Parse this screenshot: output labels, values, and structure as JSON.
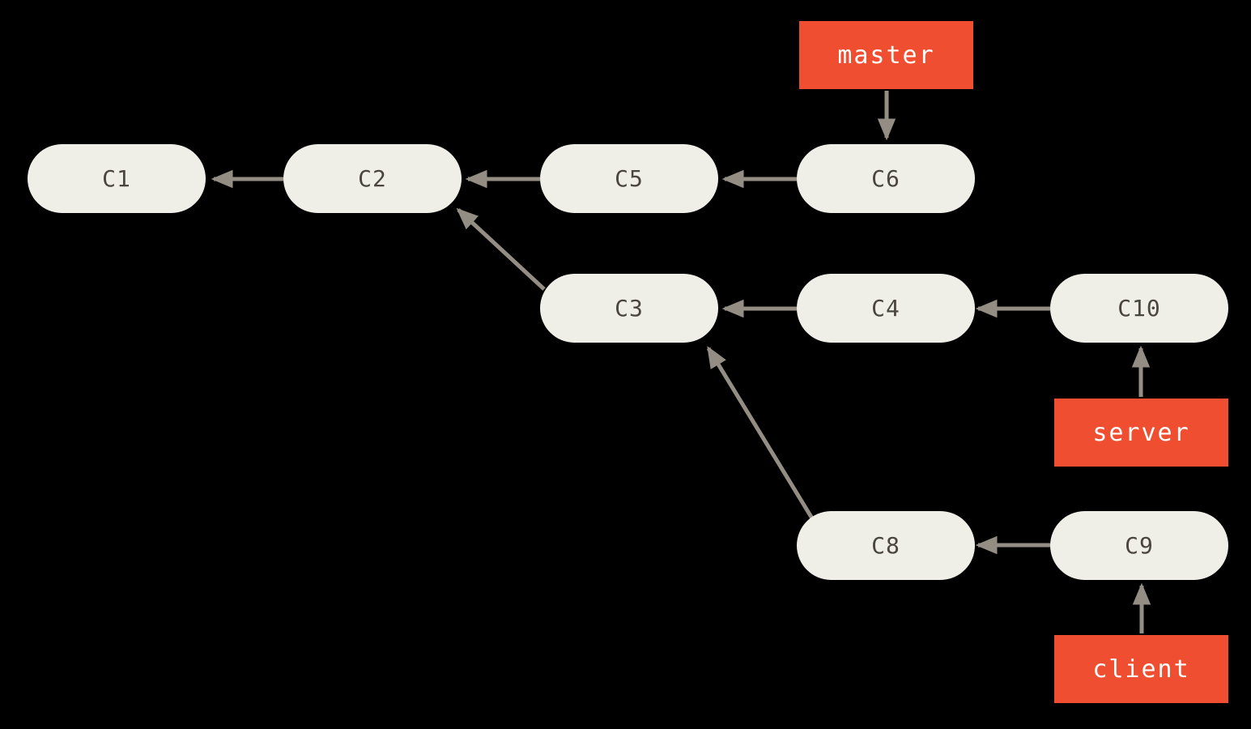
{
  "diagram": {
    "title": "git-commit-history-diagram",
    "palette": {
      "background": "#000000",
      "node_fill": "#F0EFE7",
      "node_text": "#4A453E",
      "arrow": "#938D84",
      "branch_fill": "#F04E31",
      "branch_text": "#FFFFFF"
    },
    "nodes": [
      {
        "id": "C1",
        "label": "C1"
      },
      {
        "id": "C2",
        "label": "C2"
      },
      {
        "id": "C5",
        "label": "C5"
      },
      {
        "id": "C6",
        "label": "C6"
      },
      {
        "id": "C3",
        "label": "C3"
      },
      {
        "id": "C4",
        "label": "C4"
      },
      {
        "id": "C10",
        "label": "C10"
      },
      {
        "id": "C8",
        "label": "C8"
      },
      {
        "id": "C9",
        "label": "C9"
      }
    ],
    "branches": [
      {
        "id": "master",
        "label": "master",
        "points_to": "C6"
      },
      {
        "id": "server",
        "label": "server",
        "points_to": "C10"
      },
      {
        "id": "client",
        "label": "client",
        "points_to": "C9"
      }
    ],
    "edges": [
      {
        "from": "C2",
        "to": "C1"
      },
      {
        "from": "C5",
        "to": "C2"
      },
      {
        "from": "C6",
        "to": "C5"
      },
      {
        "from": "C3",
        "to": "C2"
      },
      {
        "from": "C4",
        "to": "C3"
      },
      {
        "from": "C10",
        "to": "C4"
      },
      {
        "from": "C8",
        "to": "C3"
      },
      {
        "from": "C9",
        "to": "C8"
      }
    ]
  }
}
